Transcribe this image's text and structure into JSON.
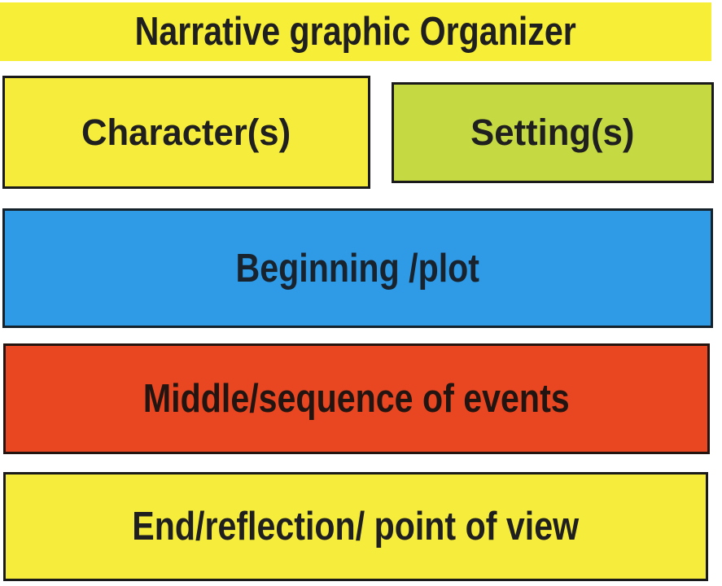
{
  "page": {
    "background_color": "#ffffff",
    "description": "Narrative graphic organizer diagram with colored label blocks"
  },
  "title": {
    "text": "Narrative graphic Organizer",
    "bg": "#f7ee37",
    "text_color": "#1f1f1f"
  },
  "boxes": [
    {
      "id": "characters",
      "label": "Character(s)",
      "bg": "#f5ec3b",
      "border": "#1a1a1a",
      "text_color": "#1f1f1f"
    },
    {
      "id": "settings",
      "label": "Setting(s)",
      "bg": "#c5d943",
      "border": "#1a1a1a",
      "text_color": "#1f1f1f"
    },
    {
      "id": "beginning",
      "label": "Beginning /plot",
      "bg": "#2f9ae6",
      "border": "#15222c",
      "text_color": "#18232e"
    },
    {
      "id": "middle",
      "label": "Middle/sequence of events",
      "bg": "#e84722",
      "border": "#241410",
      "text_color": "#221511"
    },
    {
      "id": "end",
      "label": "End/reflection/ point of view",
      "bg": "#f5ec3b",
      "border": "#1a1a1a",
      "text_color": "#1f1f1f"
    }
  ]
}
